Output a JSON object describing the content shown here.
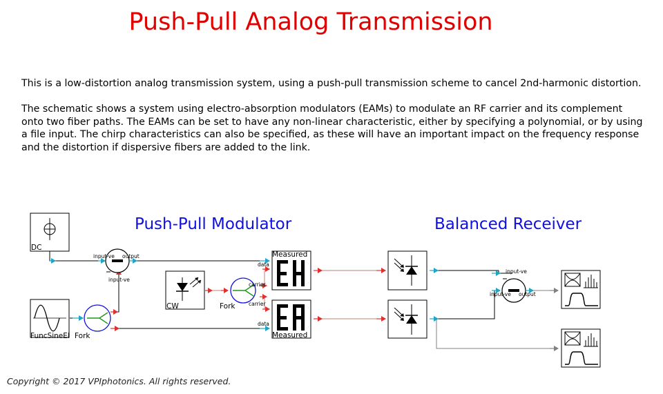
{
  "title": "Push-Pull Analog Transmission",
  "description": [
    "This is a low-distortion analog transmission system, using a push-pull transmission scheme to cancel 2nd-harmonic distortion.",
    "The schematic shows a system using electro-absorption modulators (EAMs) to modulate an RF carrier and its complement onto two fiber paths. The EAMs can be set to have any non-linear characteristic, either by specifying a polynomial, or by using a file input. The chirp characteristics can also be specified, as these will have an important impact on the frequency response and the distortion if dispersive fibers are added to the link."
  ],
  "sections": {
    "modulator": "Push-Pull Modulator",
    "receiver": "Balanced Receiver"
  },
  "modules": {
    "dc": "DC",
    "func_sine": "FuncSineEl",
    "fork_1": "Fork",
    "fork_2": "Fork",
    "cw": "CW",
    "eam_top": "Measured",
    "eam_bottom": "Measured"
  },
  "ports": {
    "input_ve": "input-ve",
    "output": "output",
    "data": "data",
    "carrier": "carrier"
  },
  "copyright": "Copyright © 2017 VPIphotonics. All rights reserved.",
  "colors": {
    "title": "#e00000",
    "section_label": "#1010e0",
    "electrical_wire": "#000000",
    "optical_wire": "#c08070",
    "port_cyan": "#1fa5c8",
    "port_red": "#e03030",
    "port_gray": "#808080"
  }
}
